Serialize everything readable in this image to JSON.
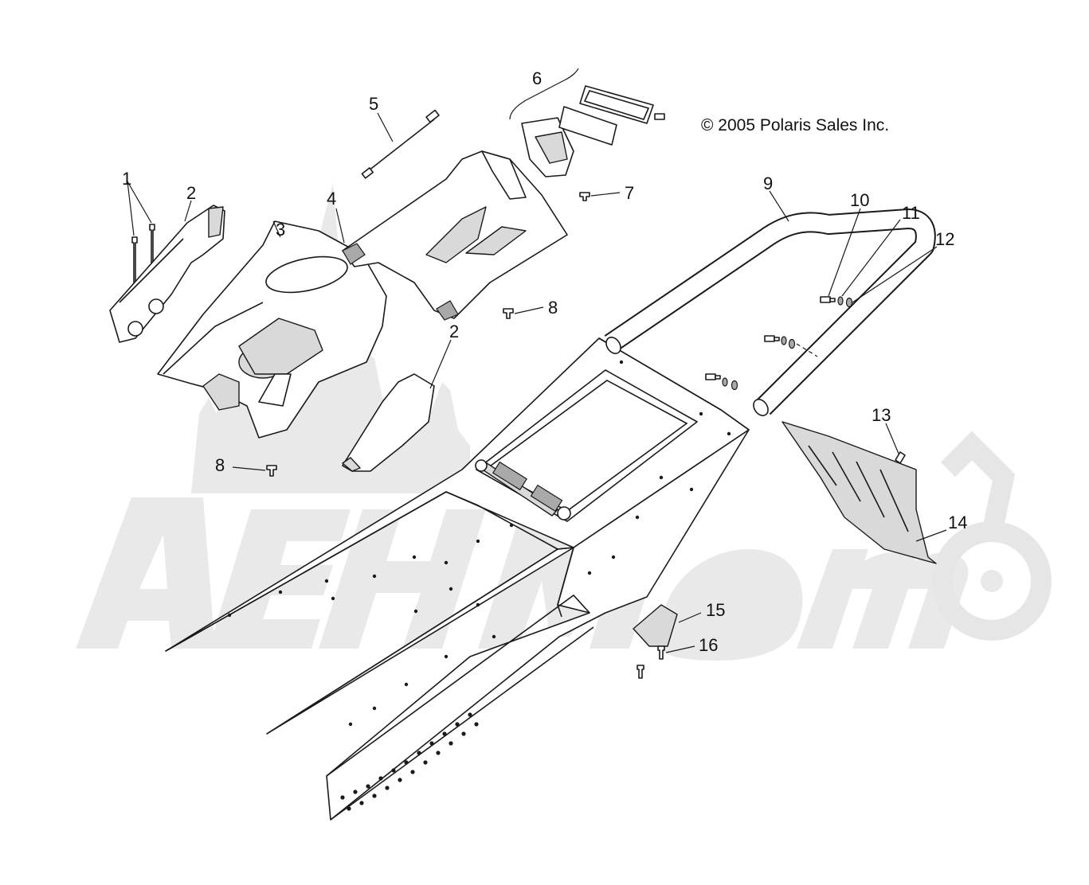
{
  "diagram": {
    "copyright": "© 2005 Polaris Sales Inc.",
    "callouts": {
      "c1": "1",
      "c2a": "2",
      "c2b": "2",
      "c3": "3",
      "c4": "4",
      "c5": "5",
      "c6": "6",
      "c7": "7",
      "c8a": "8",
      "c8b": "8",
      "c9": "9",
      "c10": "10",
      "c11": "11",
      "c12": "12",
      "c13": "13",
      "c14": "14",
      "c15": "15",
      "c16": "16"
    }
  }
}
